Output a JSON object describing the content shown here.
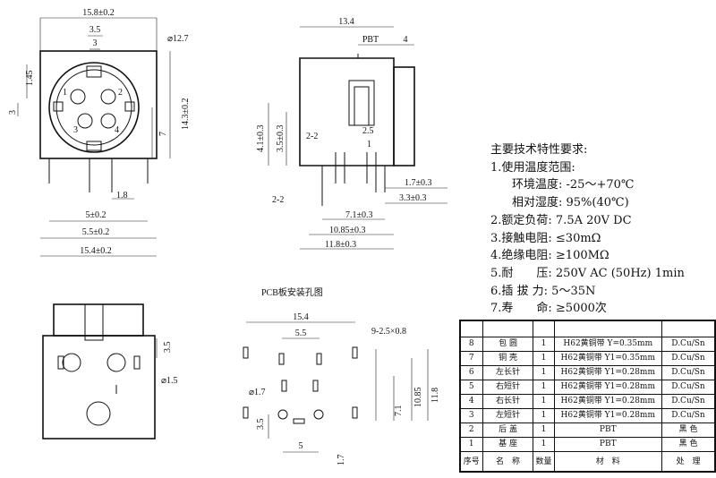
{
  "front_view": {
    "dims": {
      "width_top": "15.8±0.2",
      "d3_5": "3.5",
      "d3": "3",
      "diameter": "⌀12.7",
      "d1_45": "1.45",
      "d3_left": "3",
      "height": "14.3±0.2",
      "d7": "7",
      "d1_8": "1.8",
      "d5": "5±0.2",
      "d5_5": "5.5±0.2",
      "width_bottom": "15.4±0.2"
    },
    "pins": [
      "1",
      "2",
      "3",
      "4"
    ]
  },
  "side_view": {
    "dims": {
      "length": "13.4",
      "pbt": "PBT",
      "d4": "4",
      "d4_1": "4.1±0.3",
      "d3_5": "3.5±0.3",
      "d2_2a": "2-2",
      "d2_5": "2.5",
      "d1": "1",
      "d1_7": "1.7±0.3",
      "d3_3": "3.3±0.3",
      "d2_2b": "2-2",
      "d7_1": "7.1±0.3",
      "d10_85": "10.85±0.3",
      "d11_8": "11.8±0.3"
    }
  },
  "bottom_view": {
    "dims": {
      "d3_5": "3.5",
      "d1_5": "⌀1.5"
    }
  },
  "pcb": {
    "title": "PCB板安装孔图",
    "dims": {
      "d15_4": "15.4",
      "d5_5": "5.5",
      "holes": "9-2.5×0.8",
      "d1_7": "⌀1.7",
      "d10_85": "10.85",
      "d11_8": "11.8",
      "d7_1": "7.1",
      "d3_5": "3.5",
      "d5": "5",
      "d1_7b": "1.7"
    }
  },
  "specs": {
    "title": "主要技术特性要求:",
    "items": [
      "1.使用温度范围:",
      "环境温度: -25～+70℃",
      "相对湿度: 95%(40℃)",
      "2.额定负荷: 7.5A 20V DC",
      "3.接触电阻: ≤30mΩ",
      "4.绝缘电阻: ≥100MΩ",
      "5.耐　　压: 250V AC (50Hz) 1min",
      "6.插 拔 力: 5～35N",
      "7.寿　　命: ≥5000次"
    ]
  },
  "bom": {
    "rows": [
      [
        "8",
        "包 圆",
        "1",
        "H62黄铜带 Y=0.35mm",
        "D.Cu/Sn"
      ],
      [
        "7",
        "铜 壳",
        "1",
        "H62黄铜带 Y1=0.35mm",
        "D.Cu/Sn"
      ],
      [
        "6",
        "左长针",
        "1",
        "H62黄铜带 Y1=0.28mm",
        "D.Cu/Sn"
      ],
      [
        "5",
        "右短针",
        "1",
        "H62黄铜带 Y1=0.28mm",
        "D.Cu/Sn"
      ],
      [
        "4",
        "右长针",
        "1",
        "H62黄铜带 Y1=0.28mm",
        "D.Cu/Sn"
      ],
      [
        "3",
        "左短针",
        "1",
        "H62黄铜带 Y1=0.28mm",
        "D.Cu/Sn"
      ],
      [
        "2",
        "后 盖",
        "1",
        "PBT",
        "黑 色"
      ],
      [
        "1",
        "基 座",
        "1",
        "PBT",
        "黑 色"
      ]
    ],
    "header": [
      "序号",
      "名　称",
      "数量",
      "材　料",
      "处　理"
    ]
  }
}
